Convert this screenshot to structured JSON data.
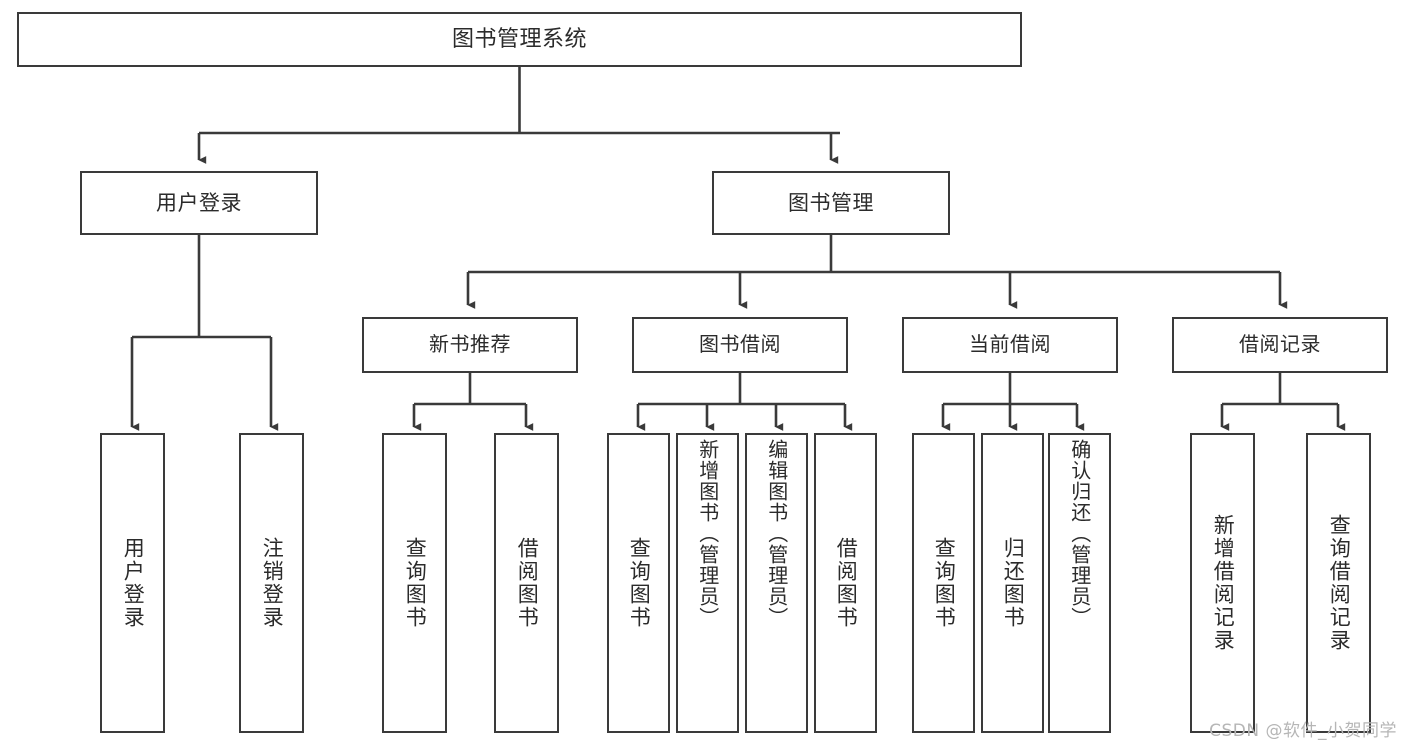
{
  "diagram": {
    "title": "图书管理系统",
    "watermark": "CSDN @软件_小贺同学",
    "colors": {
      "stroke": "#3a3a3a",
      "text": "#2b2b2b",
      "background": "#ffffff",
      "watermark": "#b6b6b6"
    },
    "root": {
      "label": "图书管理系统"
    },
    "level1": [
      {
        "label": "用户登录"
      },
      {
        "label": "图书管理"
      }
    ],
    "level2": [
      {
        "label": "新书推荐"
      },
      {
        "label": "图书借阅"
      },
      {
        "label": "当前借阅"
      },
      {
        "label": "借阅记录"
      }
    ],
    "leaves": {
      "user_login": [
        {
          "label": "用户登录"
        },
        {
          "label": "注销登录"
        }
      ],
      "new_book": [
        {
          "label": "查询图书"
        },
        {
          "label": "借阅图书"
        }
      ],
      "borrow": [
        {
          "label": "查询图书"
        },
        {
          "label": "新增图书（管理员）"
        },
        {
          "label": "编辑图书（管理员）"
        },
        {
          "label": "借阅图书"
        }
      ],
      "current": [
        {
          "label": "查询图书"
        },
        {
          "label": "归还图书"
        },
        {
          "label": "确认归还（管理员）"
        }
      ],
      "records": [
        {
          "label": "新增借阅记录"
        },
        {
          "label": "查询借阅记录"
        }
      ]
    }
  }
}
